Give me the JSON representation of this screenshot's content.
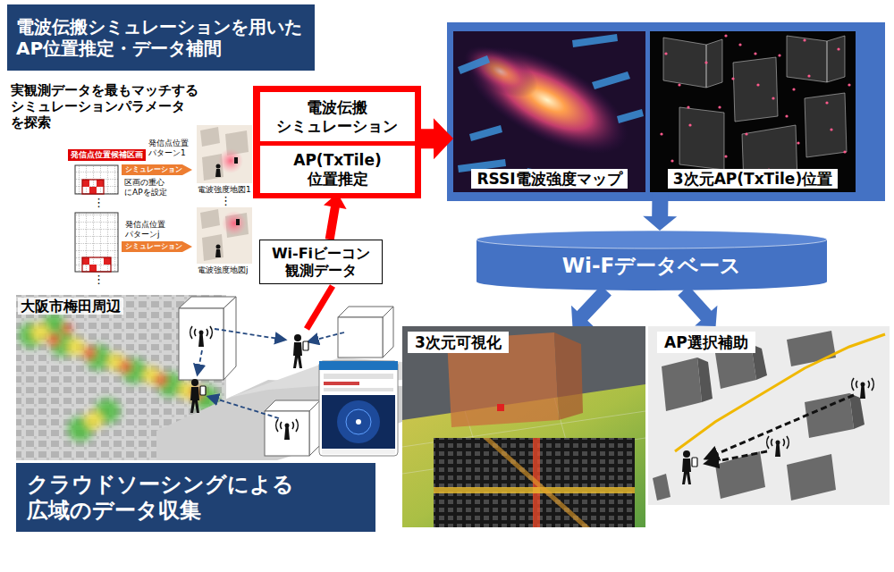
{
  "diagram": {
    "nodes": [
      {
        "text": [
          "電波伝搬シミュレーションを用いた AP位置推定・データ補間"
        ]
      },
      {
        "text": [
          "電波伝搬 シミュレーション"
        ]
      },
      {
        "text": [
          "AP(TxTile) 位置推定"
        ]
      },
      {
        "text": [
          "RSSI電波強度マップ"
        ]
      },
      {
        "text": [
          "3次元AP(TxTile)位置"
        ]
      },
      {
        "text": [
          "発信点位置候補区画"
        ]
      },
      {
        "text": [
          "シミュレーション"
        ]
      },
      {
        "text": [
          "シミュレーション"
        ]
      },
      {
        "text": [
          "Wi-Fiビーコン 観測データ"
        ]
      },
      {
        "text": [
          "Wi-Fデータベース"
        ]
      },
      {
        "text": [
          "3次元可視化"
        ]
      },
      {
        "text": [
          "AP選択補助"
        ]
      },
      {
        "text": [
          "クラウドソーシングによる 広域のデータ収集"
        ]
      }
    ],
    "edges": [
      {
        "from": 8,
        "to": 2,
        "arrow": "to"
      },
      {
        "from": 1,
        "to": 3,
        "arrow": "to"
      },
      {
        "from": 4,
        "to": 9,
        "arrow": "to"
      },
      {
        "from": 9,
        "to": 10,
        "arrow": "to"
      },
      {
        "from": 9,
        "to": 11,
        "arrow": "to"
      }
    ],
    "labels": [
      "実観測データを最もマッチする シミュレーションパラメータ を探索",
      "発信点位置 パターン1",
      "区画の重心 にAPを設定",
      "電波強度地図1",
      "⋮",
      "⋮",
      "発信点位置 パターンj",
      "電波強度地図j",
      "⋮",
      "大阪市梅田周辺"
    ]
  }
}
